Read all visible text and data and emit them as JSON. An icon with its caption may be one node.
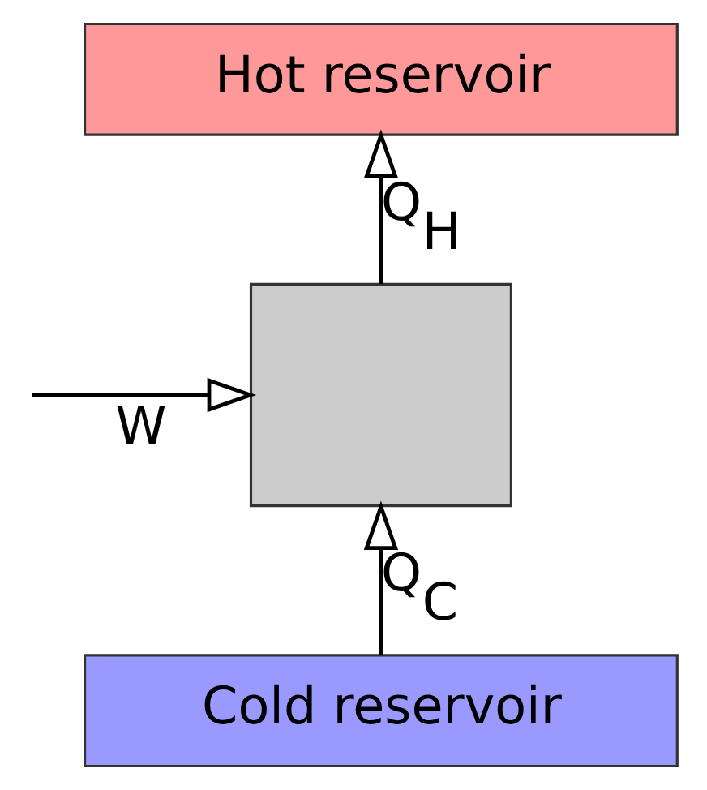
{
  "diagram": {
    "nodes": [
      {
        "text": [
          "Hot reservoir"
        ]
      },
      {
        "text": [
          "Cold reservoir"
        ]
      },
      {
        "text": [],
        "shape": "box"
      }
    ],
    "edges": [
      {
        "from": null,
        "to": 2,
        "arrow": "to",
        "label": "W"
      },
      {
        "from": 2,
        "to": 0,
        "arrow": "to",
        "label": "Q$_{H}$"
      },
      {
        "from": 1,
        "to": 2,
        "arrow": "to",
        "label": "Q$_{C}$"
      }
    ]
  }
}
